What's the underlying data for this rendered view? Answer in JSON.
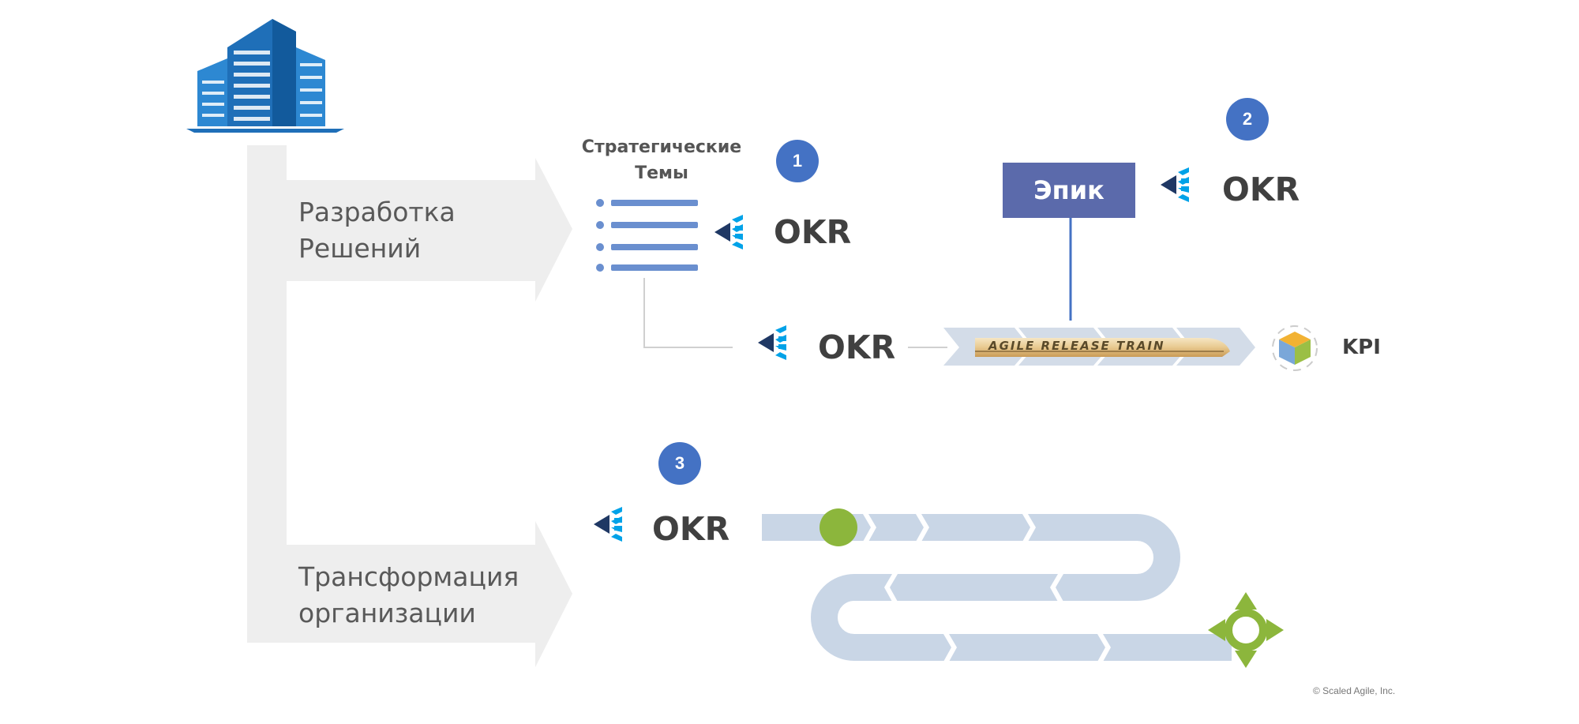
{
  "labels": {
    "solution_dev_line1": "Разработка",
    "solution_dev_line2": "Решений",
    "org_transform_line1": "Трансформация",
    "org_transform_line2": "организации",
    "strategic_themes_line1": "Стратегические",
    "strategic_themes_line2": "Темы",
    "epic": "Эпик",
    "okr": "OKR",
    "kpi": "KPI",
    "agile_release_train": "AGILE RELEASE TRAIN",
    "copyright": "© Scaled Agile, Inc."
  },
  "badges": [
    "1",
    "2",
    "3"
  ],
  "icons": {
    "enterprise": "office-buildings-icon",
    "themes": "bulleted-list-icon",
    "okr": "okr-arrow-icon",
    "kpi": "kpi-cube-icon",
    "train": "train-icon",
    "milestone": "milestone-circle-icon",
    "target": "target-compass-icon"
  },
  "colors": {
    "badge": "#4472c4",
    "epic_box": "#5b6aab",
    "okr_dark": "#1f3864",
    "okr_light": "#00a2e8",
    "arrow_band": "#eeeeee",
    "roadmap": "#c9d6e6",
    "milestone": "#8cb63c",
    "building": "#1f6fb8",
    "list": "#6a8fcf"
  }
}
